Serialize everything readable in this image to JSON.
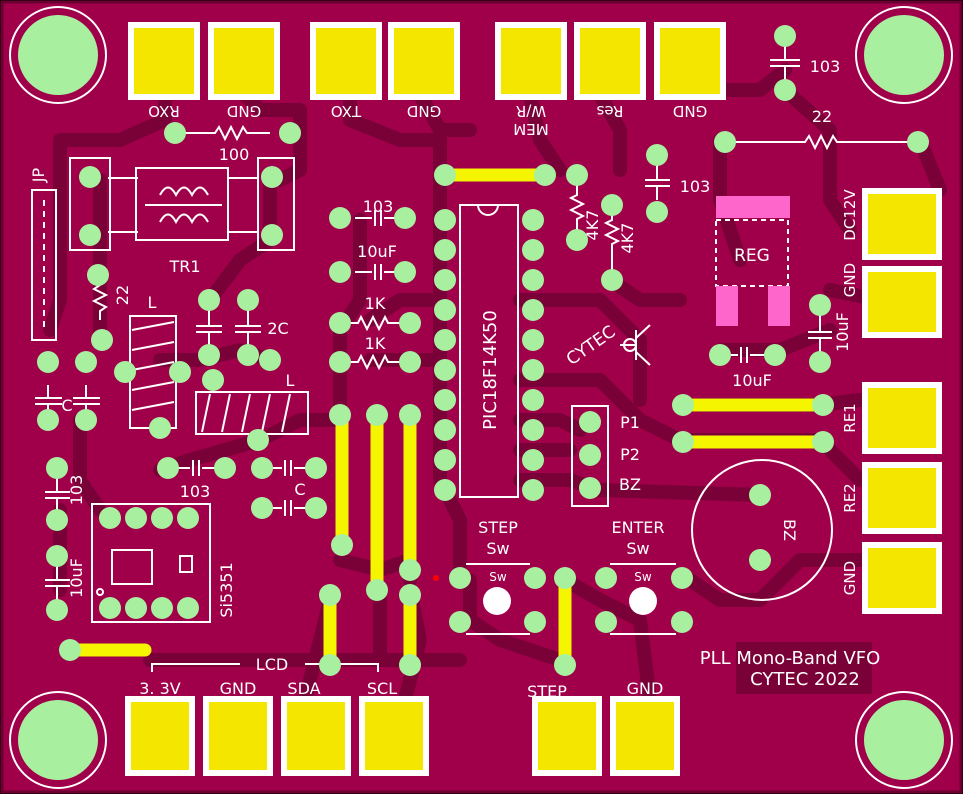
{
  "board": {
    "colors": {
      "background": "#000000",
      "board": "#a0004a",
      "board_edge": "#6a0030",
      "copper_pour": "#b8005a",
      "trace": "#7a0038",
      "pad": "#a8f0a0",
      "smd_pad": "#f5e600",
      "jumper": "#f5f500",
      "silk": "#ffffff",
      "reg_pink": "#ff66cc",
      "red_dot": "#ff0000"
    },
    "title_line1": "PLL  Mono-Band  VFO",
    "title_line2": "CYTEC 2022",
    "logo": "CYTEC"
  },
  "headers": {
    "rxo": "RXO",
    "gnd1": "GND",
    "txo": "TXO",
    "gnd2": "GND",
    "mem": "MEM",
    "wr": "W/R",
    "res": "Res",
    "gnd3": "GND",
    "dc12v": "DC12V",
    "gnd_power": "GND",
    "re1": "RE1",
    "re2": "RE2",
    "gnd_right": "GND",
    "v33": "3. 3V",
    "gnd_lcd": "GND",
    "sda": "SDA",
    "scl": "SCL",
    "lcd": "LCD",
    "step_pad": "STEP",
    "gnd_step": "GND"
  },
  "components": {
    "r100": "100",
    "jp": "JP",
    "tr1": "TR1",
    "r22_left": "22",
    "l_coil1": "L",
    "l_coil2": "L",
    "c_2c": "2C",
    "c_left": "C",
    "c_mid": "C",
    "c103_top": "103",
    "c10uf_top": "10uF",
    "r1k_a": "1K",
    "r1k_b": "1K",
    "c103_left": "103",
    "c103_mid": "103",
    "c10uf_left": "10uF",
    "si5351": "Si5351",
    "pic": "PIC18F14K50",
    "r4k7_a": "4K7",
    "r4k7_b": "4K7",
    "c103_right": "103",
    "c103_topright": "103",
    "r22_top": "22",
    "reg": "REG",
    "c10uf_reg": "10uF",
    "c10uf_vert": "10uF",
    "p1": "P1",
    "p2": "P2",
    "bz_label": "BZ",
    "bz_body": "BZ",
    "step_sw_title": "STEP",
    "step_sw_sub": "Sw",
    "step_sw_inner": "Sw",
    "enter_sw_title": "ENTER",
    "enter_sw_sub": "Sw",
    "enter_sw_inner": "Sw"
  }
}
